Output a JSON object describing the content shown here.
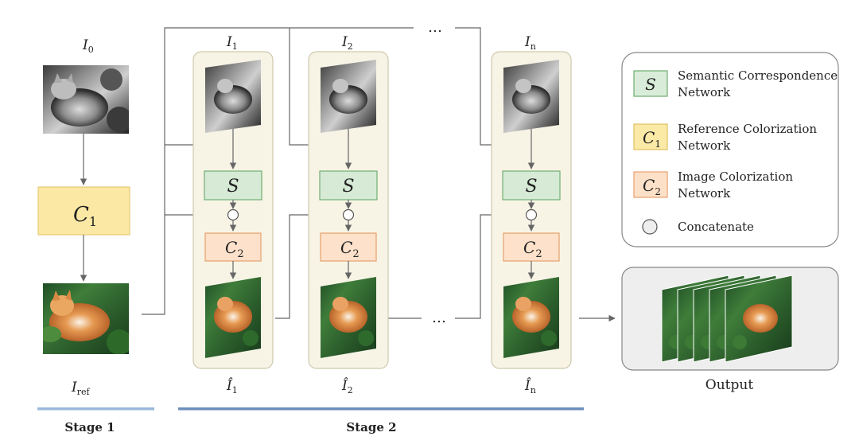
{
  "stage1": {
    "input_label": "I",
    "input_sub": "0",
    "c1_label": "C",
    "c1_sub": "1",
    "ref_label": "I",
    "ref_sub": "ref",
    "stage_label": "Stage 1"
  },
  "stage2": {
    "stage_label": "Stage 2",
    "ellipsis": "…",
    "columns": [
      {
        "in_label": "I",
        "in_sub": "1",
        "out_label": "Î",
        "out_sub": "1",
        "s_label": "S",
        "c2_label": "C",
        "c2_sub": "2"
      },
      {
        "in_label": "I",
        "in_sub": "2",
        "out_label": "Î",
        "out_sub": "2",
        "s_label": "S",
        "c2_label": "C",
        "c2_sub": "2"
      },
      {
        "in_label": "I",
        "in_sub": "n",
        "out_label": "Î",
        "out_sub": "n",
        "s_label": "S",
        "c2_label": "C",
        "c2_sub": "2"
      }
    ]
  },
  "legend": {
    "items": [
      {
        "symbol": "S",
        "symbol_sub": "",
        "text_line1": "Semantic Correspondence",
        "text_line2": "Network",
        "color": "#d9ecd9",
        "border": "#6fae6f"
      },
      {
        "symbol": "C",
        "symbol_sub": "1",
        "text_line1": "Reference Colorization",
        "text_line2": "Network",
        "color": "#fbe9a6",
        "border": "#e0c060"
      },
      {
        "symbol": "C",
        "symbol_sub": "2",
        "text_line1": "Image Colorization",
        "text_line2": "Network",
        "color": "#fde0c8",
        "border": "#e8a070"
      },
      {
        "symbol": "",
        "symbol_sub": "",
        "text_line1": "Concatenate",
        "text_line2": "",
        "color": "#eeeeee",
        "border": "#555555"
      }
    ]
  },
  "output": {
    "label": "Output"
  },
  "colors": {
    "s_fill": "#d6ead6",
    "s_border": "#72ad72",
    "c1_fill": "#fbe8a5",
    "c1_border": "#e2c264",
    "c2_fill": "#fde1ca",
    "c2_border": "#e6a06c",
    "column_fill": "#f7f4e6",
    "column_border": "#cfc9ad",
    "stage1_bar": "#9ab8db",
    "stage2_bar": "#6d8fbc",
    "line": "#666666"
  }
}
